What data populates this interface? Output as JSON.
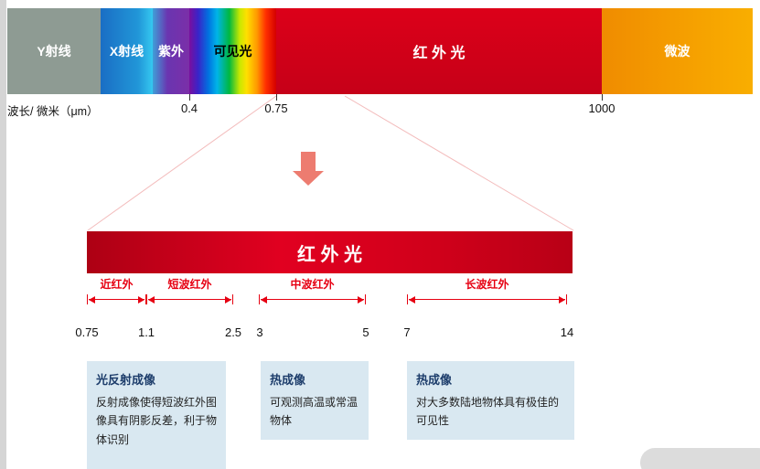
{
  "spectrum": {
    "axis_label": "波长/ 微米（μm）",
    "bands": [
      {
        "label": "Y射线",
        "color": "#8e9b93"
      },
      {
        "label": "X射线",
        "color": "#1a6ec4"
      },
      {
        "label": "紫外",
        "color": "#7b2fa8"
      },
      {
        "label": "可见光",
        "color": "rainbow-gradient"
      },
      {
        "label": "红 外 光",
        "color": "#d6001c"
      },
      {
        "label": "微波",
        "color": "#f59e00"
      }
    ],
    "ticks": [
      {
        "value": "0.4"
      },
      {
        "value": "0.75"
      },
      {
        "value": "1000"
      }
    ]
  },
  "detail": {
    "title": "红 外 光",
    "segments": [
      {
        "label": "近红外",
        "from": "0.75",
        "to": "1.1"
      },
      {
        "label": "短波红外",
        "from": "1.1",
        "to": "2.5"
      },
      {
        "label": "中波红外",
        "from": "3",
        "to": "5"
      },
      {
        "label": "长波红外",
        "from": "7",
        "to": "14"
      }
    ],
    "scale": [
      "0.75",
      "1.1",
      "2.5",
      "3",
      "5",
      "7",
      "14"
    ]
  },
  "info_boxes": [
    {
      "title": "光反射成像",
      "body": "反射成像使得短波红外图像具有阴影反差，利于物体识别"
    },
    {
      "title": "热成像",
      "body": "可观测高温或常温物体"
    },
    {
      "title": "热成像",
      "body": "对大多数陆地物体具有极佳的可见性"
    }
  ],
  "colors": {
    "accent_red": "#e60012",
    "detail_bar_red": "#d0001a",
    "info_box_bg": "#d9e8f1",
    "info_title_navy": "#1d3d6b",
    "zoom_arrow_pink": "#ed7c70"
  }
}
